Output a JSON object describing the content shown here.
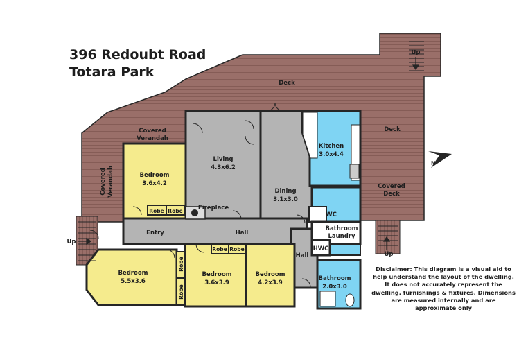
{
  "header": {
    "line1": "396 Redoubt Road",
    "line2": "Totara Park"
  },
  "disclaimer": "Disclaimer: This diagram is a visual aid to help understand the layout of the dwelling. It does not accurately represent the dwelling, furnishings & fixtures. Dimensions are measured internally and are approximate only",
  "labels": {
    "deck_top": "Deck",
    "deck_right": "Deck",
    "covered_deck_1": "Covered",
    "covered_deck_2": "Deck",
    "covered_verandah_top_1": "Covered",
    "covered_verandah_top_2": "Verandah",
    "covered_verandah_side_1": "Covered",
    "covered_verandah_side_2": "Verandah",
    "up_top": "Up",
    "up_left": "Up",
    "up_bottom": "Up",
    "compass_n": "N",
    "fireplace": "Fireplace",
    "entry": "Entry",
    "hall_main": "Hall",
    "hall_side": "Hall",
    "wc": "WC",
    "bathroom_laundry_1": "Bathroom",
    "bathroom_laundry_2": "Laundry",
    "hwc": "HWC",
    "robe": "Robe"
  },
  "rooms": {
    "bedroom_nw": {
      "name": "Bedroom",
      "dims": "3.6x4.2"
    },
    "living": {
      "name": "Living",
      "dims": "4.3x6.2"
    },
    "dining": {
      "name": "Dining",
      "dims": "3.1x3.0"
    },
    "kitchen": {
      "name": "Kitchen",
      "dims": "3.0x4.4"
    },
    "bedroom_sw": {
      "name": "Bedroom",
      "dims": "5.5x3.6"
    },
    "bedroom_s1": {
      "name": "Bedroom",
      "dims": "3.6x3.9"
    },
    "bedroom_s2": {
      "name": "Bedroom",
      "dims": "4.2x3.9"
    },
    "bathroom": {
      "name": "Bathroom",
      "dims": "2.0x3.0"
    }
  },
  "colors": {
    "deck": "#9a6f69",
    "deck_line": "#7e5650",
    "bedroom": "#f5eb8d",
    "living": "#b4b4b4",
    "wet": "#7fd4f3",
    "wall": "#262626"
  }
}
